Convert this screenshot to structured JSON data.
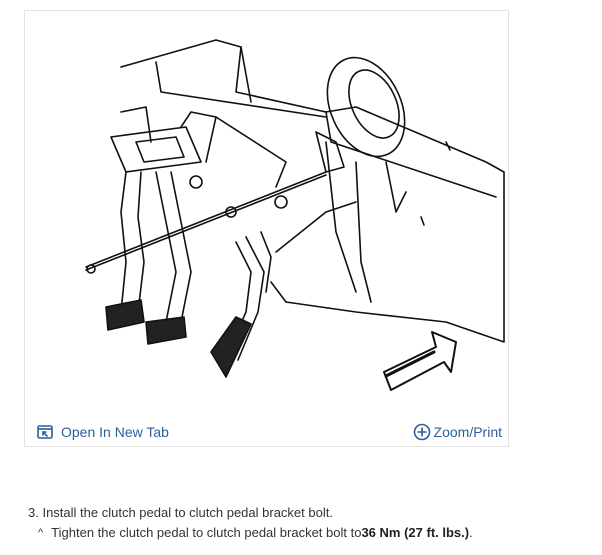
{
  "figure": {
    "open_tab_label": "Open In New Tab",
    "zoom_label": "Zoom/Print",
    "icons": {
      "open_tab": "open-new-tab-icon",
      "zoom": "zoom-plus-icon"
    },
    "link_color": "#2d5f9a"
  },
  "instructions": {
    "step_text": "3. Install the clutch pedal to clutch pedal bracket bolt.",
    "sub_marker": "^",
    "sub_prefix": "Tighten the clutch pedal to clutch pedal bracket bolt to ",
    "sub_torque": "36 Nm (27 ft. lbs.)",
    "sub_suffix": "."
  }
}
